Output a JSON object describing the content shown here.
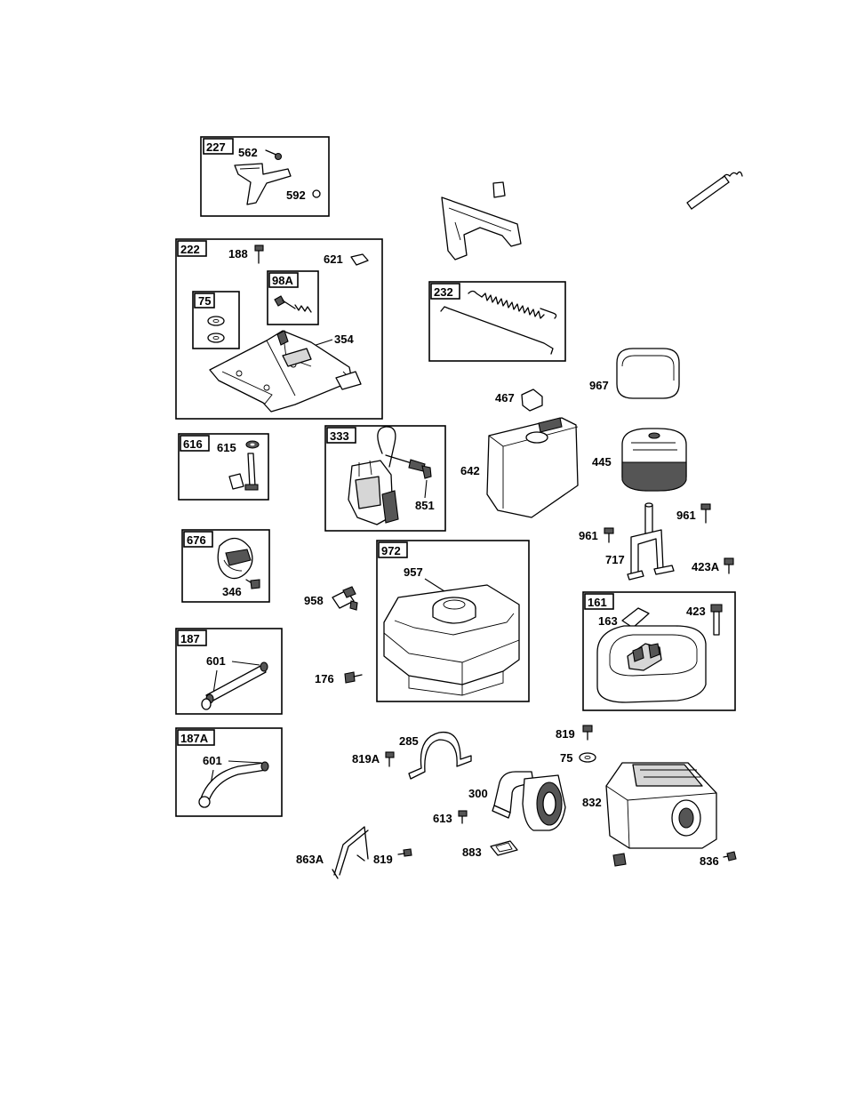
{
  "boxes": {
    "b227": "227",
    "b222": "222",
    "b75": "75",
    "b98A": "98A",
    "b232": "232",
    "b616": "616",
    "b333": "333",
    "b676": "676",
    "b972": "972",
    "b161": "161",
    "b187": "187",
    "b187A": "187A"
  },
  "labels": {
    "l562": "562",
    "l592": "592",
    "l188": "188",
    "l621": "621",
    "l354": "354",
    "l615": "615",
    "l346": "346",
    "l851": "851",
    "l958": "958",
    "l957": "957",
    "l176": "176",
    "l601a": "601",
    "l601b": "601",
    "l467": "467",
    "l642": "642",
    "l967": "967",
    "l445": "445",
    "l961a": "961",
    "l961b": "961",
    "l717": "717",
    "l423A": "423A",
    "l163": "163",
    "l423": "423",
    "l285": "285",
    "l819A": "819A",
    "l300": "300",
    "l613": "613",
    "l883": "883",
    "l863A": "863A",
    "l819a": "819",
    "l819b": "819",
    "l75": "75",
    "l832": "832",
    "l836": "836"
  }
}
